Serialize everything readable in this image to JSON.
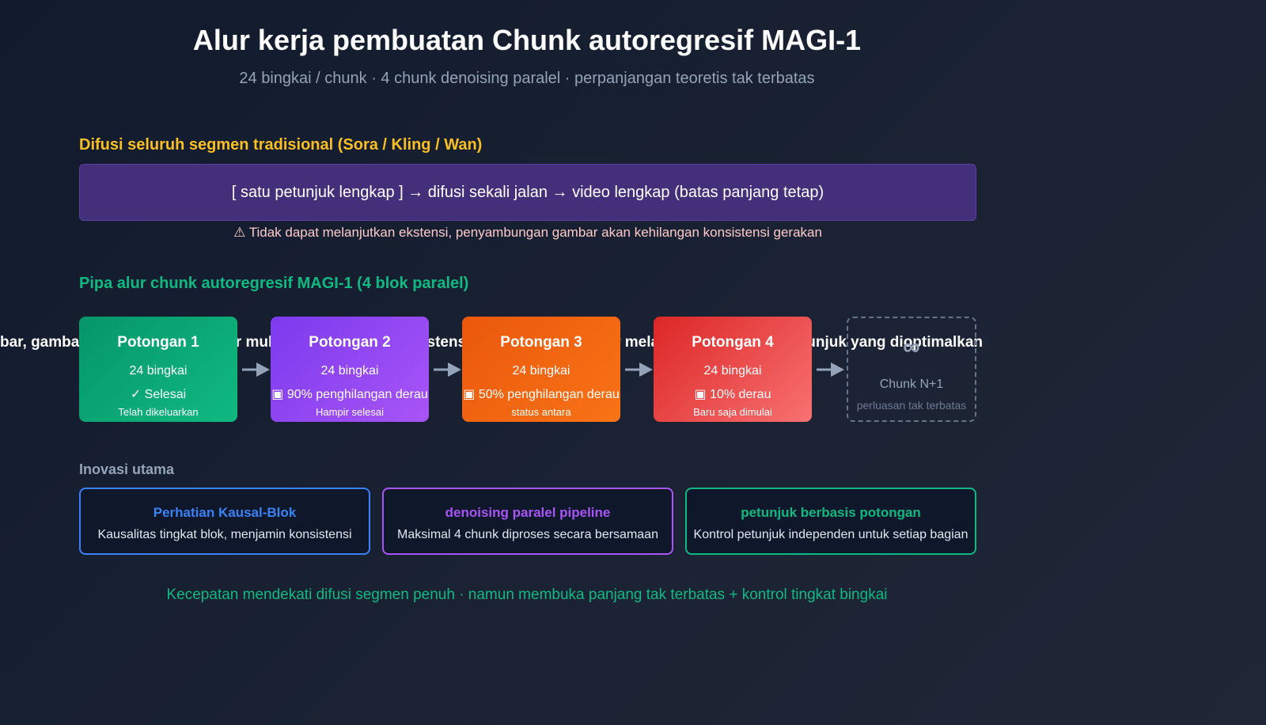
{
  "header": {
    "title": "Alur kerja pembuatan Chunk autoregresif MAGI-1",
    "subtitle": "24 bingkai / chunk · 4 chunk denoising paralel · perpanjangan teoretis tak terbatas"
  },
  "traditional": {
    "heading": "Difusi seluruh segmen tradisional (Sora / Kling / Wan)",
    "bar_text": "[ satu petunjuk lengkap ] → difusi sekali jalan → video lengkap (batas panjang tetap)",
    "warning": "⚠ Tidak dapat melanjutkan ekstensi, penyambungan gambar akan kehilangan konsistensi gerakan"
  },
  "pipeline": {
    "heading": "Pipa alur chunk autoregresif MAGI-1 (4 blok paralel)",
    "overflow_text": "bar, gambar ke gambar, serta fitur multimodal dengan konsistensi konteks dan gambar melalui kunci API dan petunjuk yang dioptimalkan",
    "chunks": [
      {
        "title": "Potongan 1",
        "frames": "24 bingkai",
        "state": "✓ Selesai",
        "note": "Telah dikeluarkan"
      },
      {
        "title": "Potongan 2",
        "frames": "24 bingkai",
        "state": "▣ 90% penghilangan derau",
        "note": "Hampir selesai"
      },
      {
        "title": "Potongan 3",
        "frames": "24 bingkai",
        "state": "▣ 50% penghilangan derau",
        "note": "status antara"
      },
      {
        "title": "Potongan 4",
        "frames": "24 bingkai",
        "state": "▣ 10% derau",
        "note": "Baru saja dimulai"
      }
    ],
    "infinite": {
      "symbol": "∞",
      "label": "Chunk N+1",
      "note": "perluasan tak terbatas"
    }
  },
  "innovations": {
    "heading": "Inovasi utama",
    "cards": [
      {
        "title": "Perhatian Kausal-Blok",
        "desc": "Kausalitas tingkat blok, menjamin konsistensi"
      },
      {
        "title": "denoising paralel pipeline",
        "desc": "Maksimal 4 chunk diproses secara bersamaan"
      },
      {
        "title": "petunjuk berbasis potongan",
        "desc": "Kontrol petunjuk independen untuk setiap bagian"
      }
    ]
  },
  "footer": {
    "text": "Kecepatan mendekati difusi segmen penuh · namun membuka panjang tak terbatas + kontrol tingkat bingkai"
  },
  "colors": {
    "background": "#1a2233",
    "traditional_accent": "#fbbf24",
    "pipeline_accent": "#10b981",
    "chunk1": "#10b981",
    "chunk2": "#a855f7",
    "chunk3": "#f97316",
    "chunk4": "#ef4444",
    "card1_border": "#3b82f6",
    "card2_border": "#a855f7",
    "card3_border": "#10b981"
  },
  "icons": {
    "arrow": "arrow-right-icon",
    "infinity": "infinity-icon",
    "warning": "warning-icon"
  }
}
